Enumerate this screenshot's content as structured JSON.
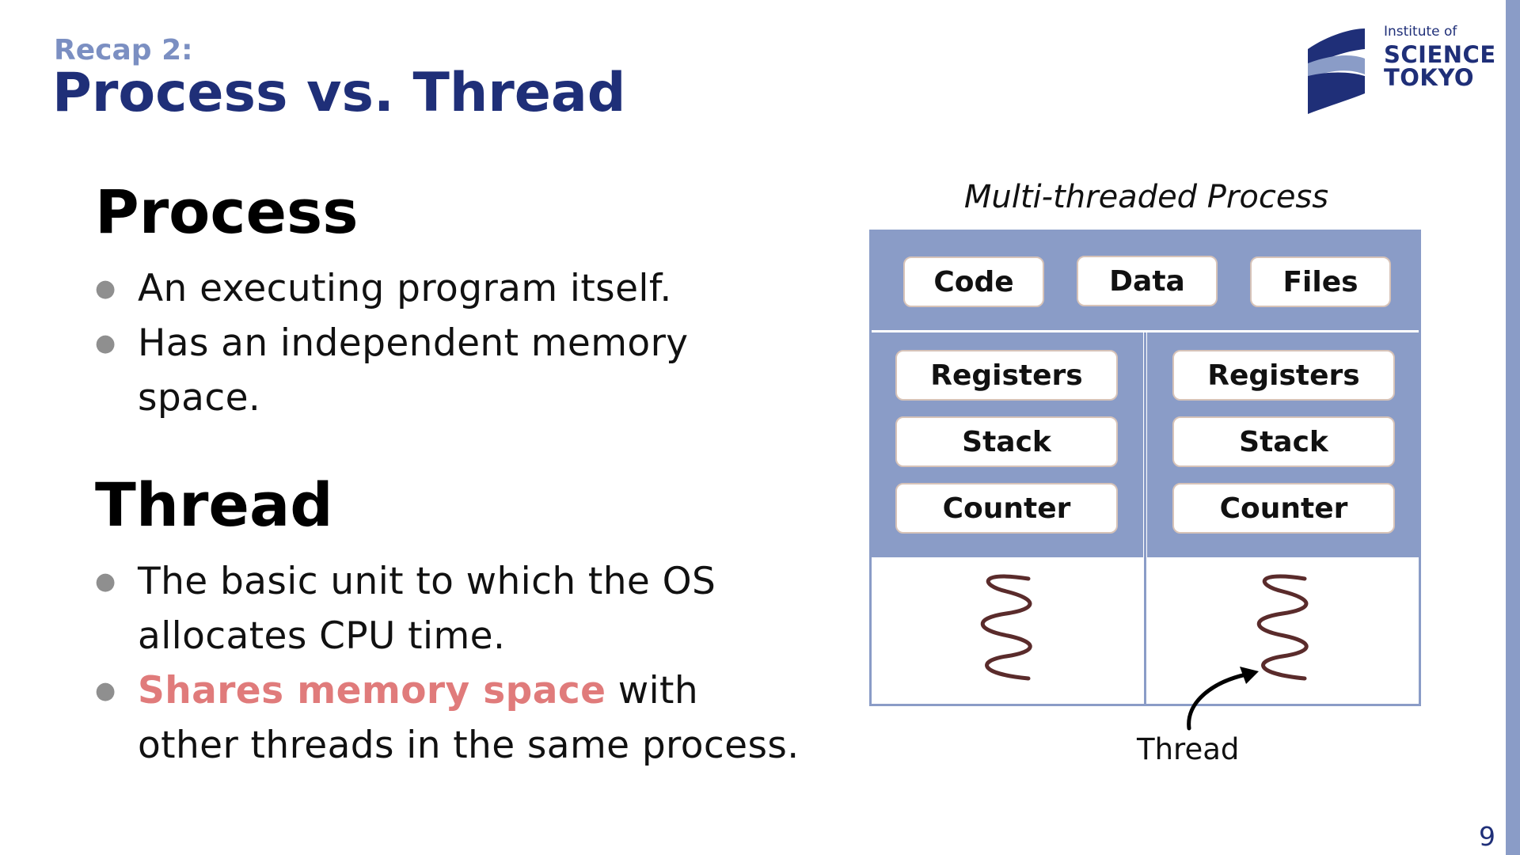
{
  "header": {
    "subtitle": "Recap 2:",
    "title": "Process vs. Thread"
  },
  "logo": {
    "line1": "Institute of",
    "line2": "SCIENCE",
    "line3": "TOKYO",
    "color": "#1f2f78"
  },
  "process_section": {
    "heading": "Process",
    "bullets": [
      "An executing program itself.",
      "Has an independent memory",
      "space."
    ]
  },
  "thread_section": {
    "heading": "Thread",
    "bullet1_line1": "The basic unit to which the OS",
    "bullet1_line2": "allocates CPU time.",
    "bullet2_highlight": "Shares memory space",
    "bullet2_rest": " with",
    "bullet2_line2": "other threads in the same process."
  },
  "diagram": {
    "caption": "Multi-threaded Process",
    "shared": [
      "Code",
      "Data",
      "Files"
    ],
    "thread_left": [
      "Registers",
      "Stack",
      "Counter"
    ],
    "thread_right": [
      "Registers",
      "Stack",
      "Counter"
    ],
    "thread_label": "Thread",
    "panel_color": "#8a9cc7",
    "thread_icon": "squiggle-thread-icon"
  },
  "page_number": "9"
}
